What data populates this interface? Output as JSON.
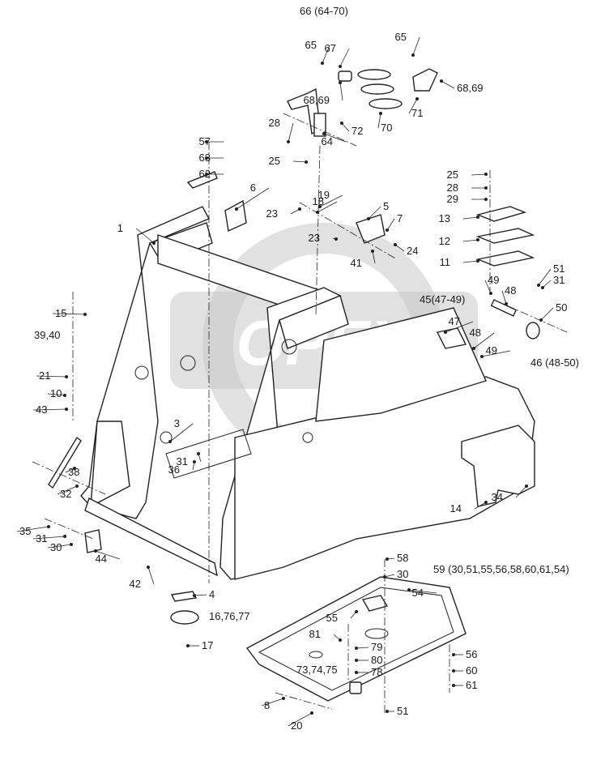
{
  "diagram": {
    "watermark": "OPEX",
    "group_labels": {
      "top": "66 (64-70)",
      "right_upper": "45(47-49)",
      "right_mid": "46 (48-50)",
      "bottom_right": "59 (30,51,55,56,58,60,61,54)",
      "bottom_center": "73,74,75",
      "left_pair": "39,40",
      "decal": "16,76,77"
    },
    "callouts": [
      "1",
      "3",
      "4",
      "5",
      "6",
      "7",
      "8",
      "10",
      "11",
      "12",
      "13",
      "14",
      "15",
      "17",
      "18",
      "19",
      "20",
      "21",
      "23",
      "23",
      "24",
      "25",
      "25",
      "28",
      "28",
      "29",
      "30",
      "30",
      "31",
      "31",
      "31",
      "32",
      "34",
      "35",
      "36",
      "38",
      "41",
      "42",
      "43",
      "44",
      "47",
      "48",
      "48",
      "49",
      "49",
      "50",
      "51",
      "51",
      "54",
      "55",
      "56",
      "57",
      "58",
      "60",
      "61",
      "62",
      "63",
      "64",
      "65",
      "65",
      "67",
      "68,69",
      "68,69",
      "70",
      "71",
      "72",
      "78",
      "79",
      "80",
      "81"
    ]
  }
}
